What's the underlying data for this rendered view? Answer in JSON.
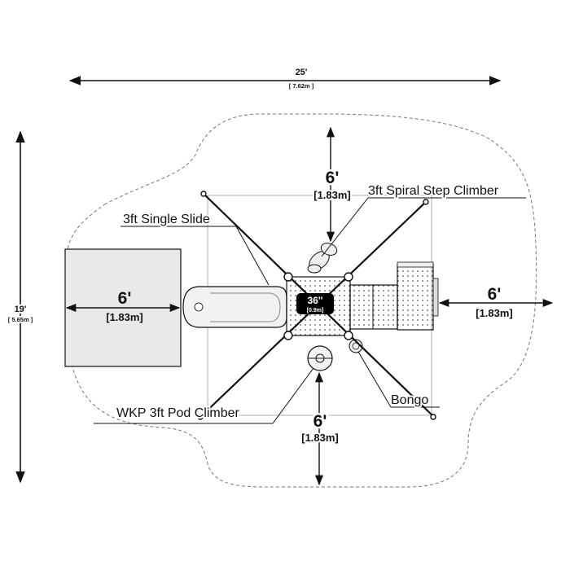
{
  "dimensions": {
    "overall_width": {
      "ft": "25'",
      "m": "[ 7.62m ]"
    },
    "overall_depth": {
      "ft": "19'",
      "m": "[ 5.65m ]"
    },
    "clearance_top": {
      "ft": "6'",
      "m": "[1.83m]"
    },
    "clearance_left": {
      "ft": "6'",
      "m": "[1.83m]"
    },
    "clearance_right": {
      "ft": "6'",
      "m": "[1.83m]"
    },
    "clearance_bottom": {
      "ft": "6'",
      "m": "[1.83m]"
    },
    "deck_height": {
      "in": "36''",
      "m": "[0.9m]"
    }
  },
  "callouts": {
    "spiral_step_climber": "3ft Spiral Step Climber",
    "single_slide": "3ft Single Slide",
    "pod_climber": "WKP 3ft Pod Climber",
    "bongo": "Bongo"
  },
  "colors": {
    "line": "#111111",
    "deck_badge": "#000000",
    "safety_zone": "#777777"
  }
}
